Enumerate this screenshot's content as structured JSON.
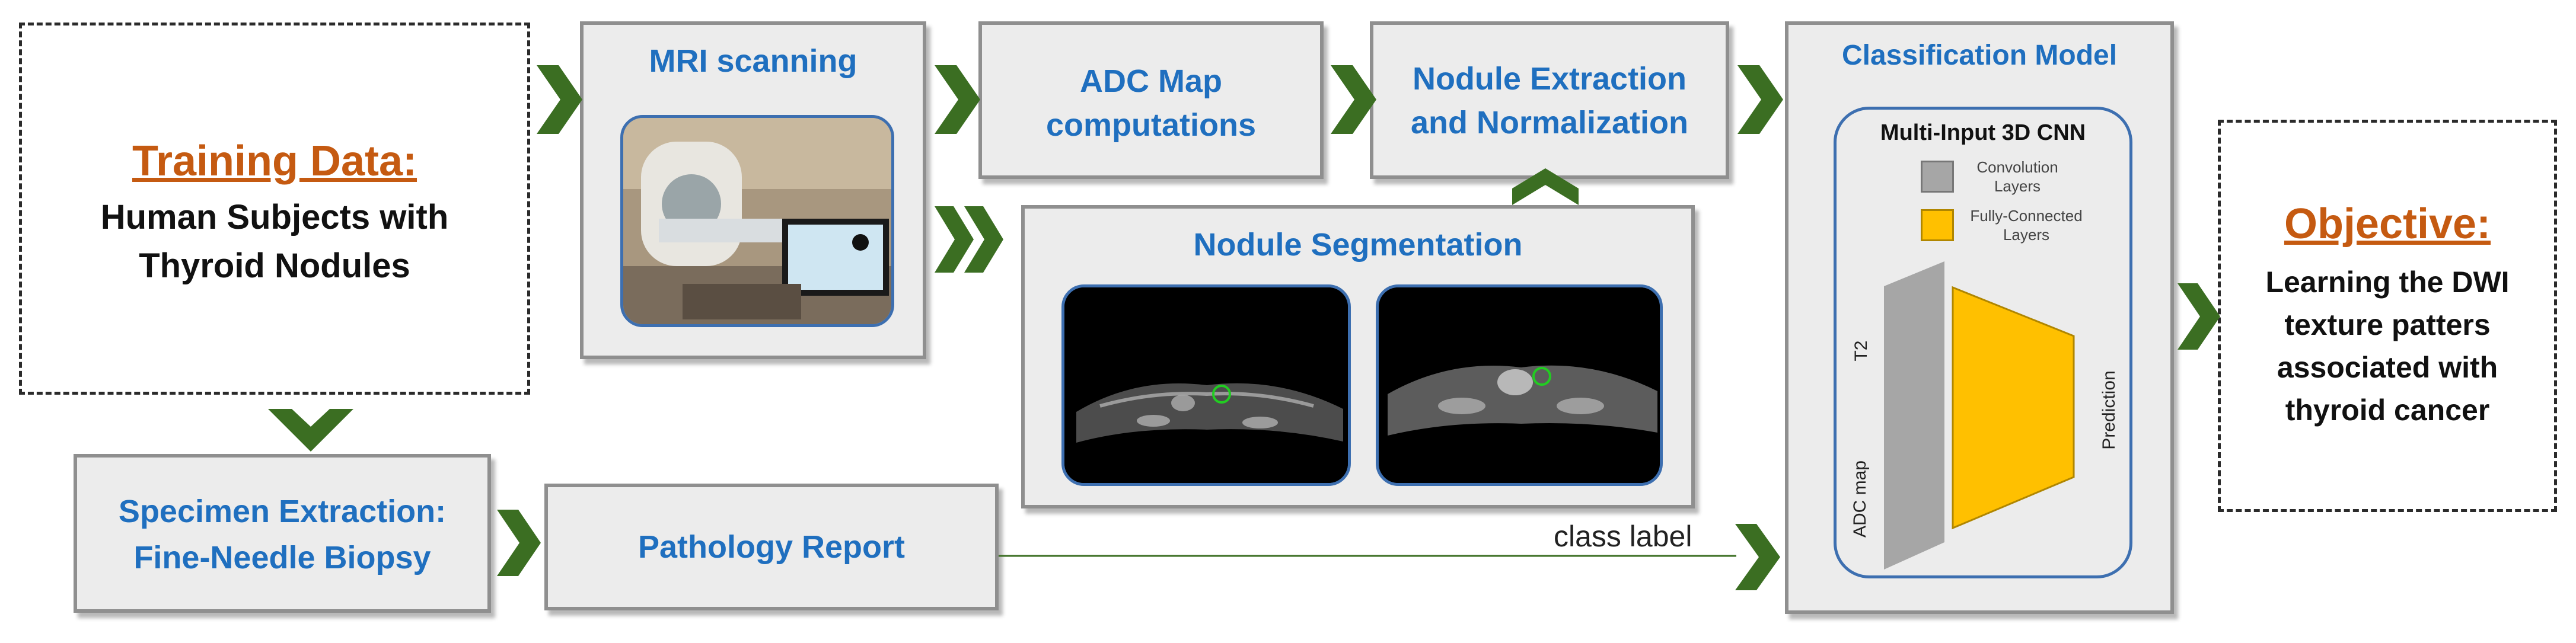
{
  "training": {
    "title": "Training Data:",
    "line1": "Human Subjects with",
    "line2": "Thyroid Nodules"
  },
  "mri": {
    "title": "MRI scanning"
  },
  "adc": {
    "line1": "ADC Map",
    "line2": "computations"
  },
  "extraction": {
    "line1": "Nodule Extraction",
    "line2": "and Normalization"
  },
  "segmentation": {
    "title": "Nodule Segmentation"
  },
  "classification": {
    "title": "Classification Model",
    "cnn_title": "Multi-Input 3D CNN",
    "legend": [
      {
        "label1": "Convolution",
        "label2": "Layers",
        "color": "#a6a6a6"
      },
      {
        "label1": "Fully-Connected",
        "label2": "Layers",
        "color": "#ffc000"
      }
    ],
    "input_t2": "T2",
    "input_adc": "ADC map",
    "output": "Prediction"
  },
  "objective": {
    "title": "Objective:",
    "line1": "Learning the DWI",
    "line2": "texture patters",
    "line3": "associated with",
    "line4": "thyroid cancer"
  },
  "specimen": {
    "line1": "Specimen Extraction:",
    "line2": "Fine-Needle Biopsy"
  },
  "pathology": {
    "title": "Pathology Report"
  },
  "edge_label": "class label",
  "colors": {
    "arrow": "#3b6e22",
    "box_fill": "#ececec",
    "title_blue": "#1f6fbf",
    "title_orange": "#c55a11",
    "conv": "#a6a6a6",
    "fc": "#ffc000",
    "rounded_border": "#3d6fb0"
  }
}
